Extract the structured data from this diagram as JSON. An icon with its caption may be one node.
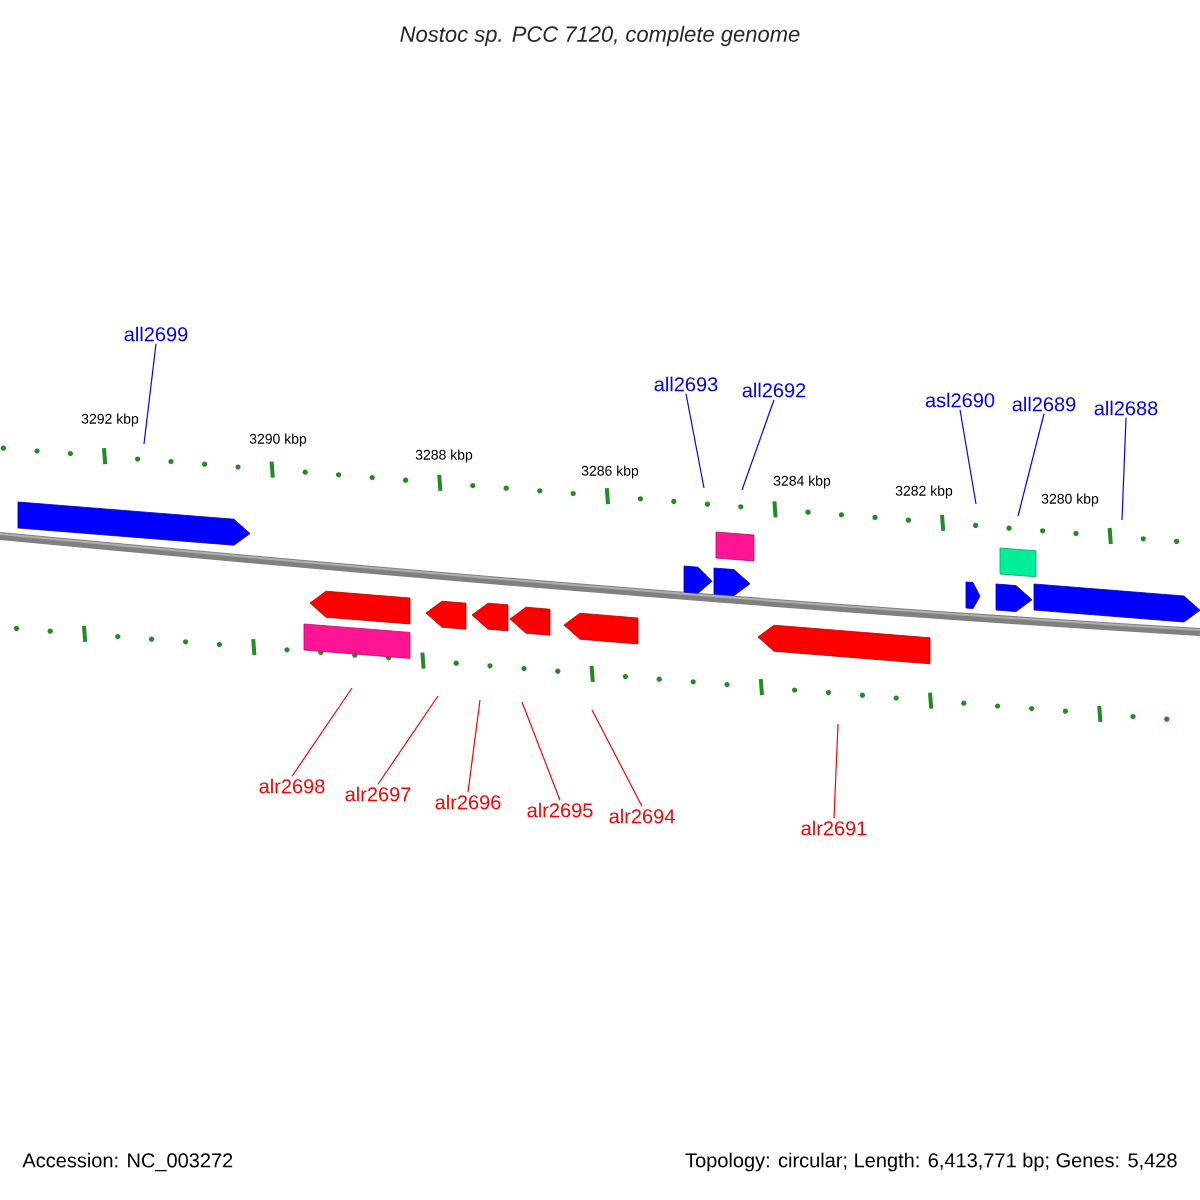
{
  "diagram": {
    "title": "Nostoc sp. PCC 7120, complete genome",
    "nodes": [
      {
        "text": [
          "all2699"
        ]
      },
      {
        "text": [
          "all2693"
        ]
      },
      {
        "text": [
          "all2692"
        ]
      },
      {
        "text": [
          "asl2690"
        ]
      },
      {
        "text": [
          "all2689"
        ]
      },
      {
        "text": [
          "all2688"
        ]
      },
      {
        "text": [
          "alr2698"
        ]
      },
      {
        "text": [
          "alr2697"
        ]
      },
      {
        "text": [
          "alr2696"
        ]
      },
      {
        "text": [
          "alr2695"
        ]
      },
      {
        "text": [
          "alr2694"
        ]
      },
      {
        "text": [
          "alr2691"
        ]
      }
    ],
    "edges": [
      {
        "from": 0,
        "to": null,
        "arrow": "none",
        "color": "#0000ff"
      },
      {
        "from": 1,
        "to": null,
        "arrow": "none",
        "color": "#0000ff"
      },
      {
        "from": 2,
        "to": null,
        "arrow": "none",
        "color": "#0000ff"
      },
      {
        "from": 3,
        "to": null,
        "arrow": "none",
        "color": "#0000ff"
      },
      {
        "from": 4,
        "to": null,
        "arrow": "none",
        "color": "#0000ff"
      },
      {
        "from": 5,
        "to": null,
        "arrow": "none",
        "color": "#0000ff"
      },
      {
        "from": 6,
        "to": null,
        "arrow": "none",
        "color": "#ff0000"
      },
      {
        "from": 7,
        "to": null,
        "arrow": "none",
        "color": "#ff0000"
      },
      {
        "from": 8,
        "to": null,
        "arrow": "none",
        "color": "#ff0000"
      },
      {
        "from": 9,
        "to": null,
        "arrow": "none",
        "color": "#ff0000"
      },
      {
        "from": 10,
        "to": null,
        "arrow": "none",
        "color": "#ff0000"
      },
      {
        "from": 11,
        "to": null,
        "arrow": "none",
        "color": "#ff0000"
      }
    ],
    "labels": [
      "3292 kbp",
      "3290 kbp",
      "3288 kbp",
      "3286 kbp",
      "3284 kbp",
      "3282 kbp",
      "3280 kbp",
      "Accession: NC_003272",
      "Topology: circular; Length: 6,413,771 bp; Genes: 5,428"
    ]
  }
}
